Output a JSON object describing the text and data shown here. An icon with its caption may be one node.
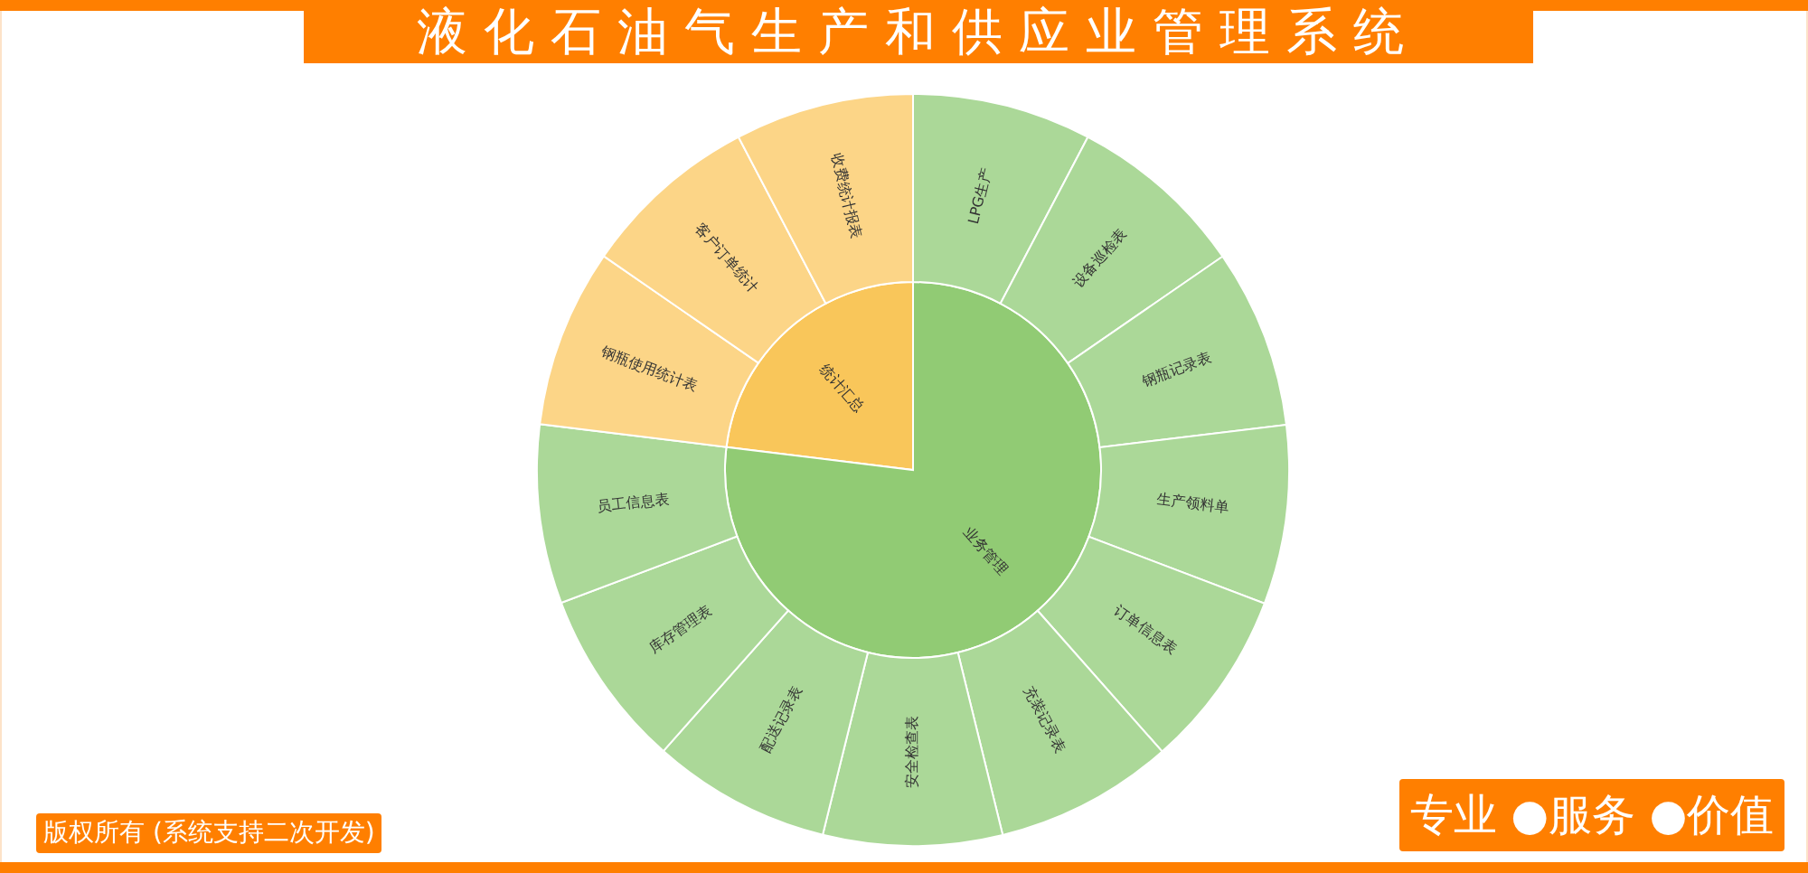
{
  "diagram": {
    "title": "液化石油气生产和供应业管理系统",
    "nodes": [
      {
        "text": [
          "统计汇总"
        ]
      },
      {
        "text": [
          "业务管理"
        ]
      },
      {
        "text": [
          "LPG生产"
        ]
      },
      {
        "text": [
          "设备巡检表"
        ]
      },
      {
        "text": [
          "钢瓶记录表"
        ]
      },
      {
        "text": [
          "生产领料单"
        ]
      },
      {
        "text": [
          "订单信息表"
        ]
      },
      {
        "text": [
          "充装记录表"
        ]
      },
      {
        "text": [
          "安全检查表"
        ]
      },
      {
        "text": [
          "配送记录表"
        ]
      },
      {
        "text": [
          "库存管理表"
        ]
      },
      {
        "text": [
          "员工信息表"
        ]
      },
      {
        "text": [
          "钢瓶使用统计表"
        ]
      },
      {
        "text": [
          "客户订单统计"
        ]
      },
      {
        "text": [
          "收费统计报表"
        ]
      }
    ],
    "labels": [
      "版权所有 (系统支持二次开发)",
      "专业 ●服务 ●价值"
    ]
  }
}
